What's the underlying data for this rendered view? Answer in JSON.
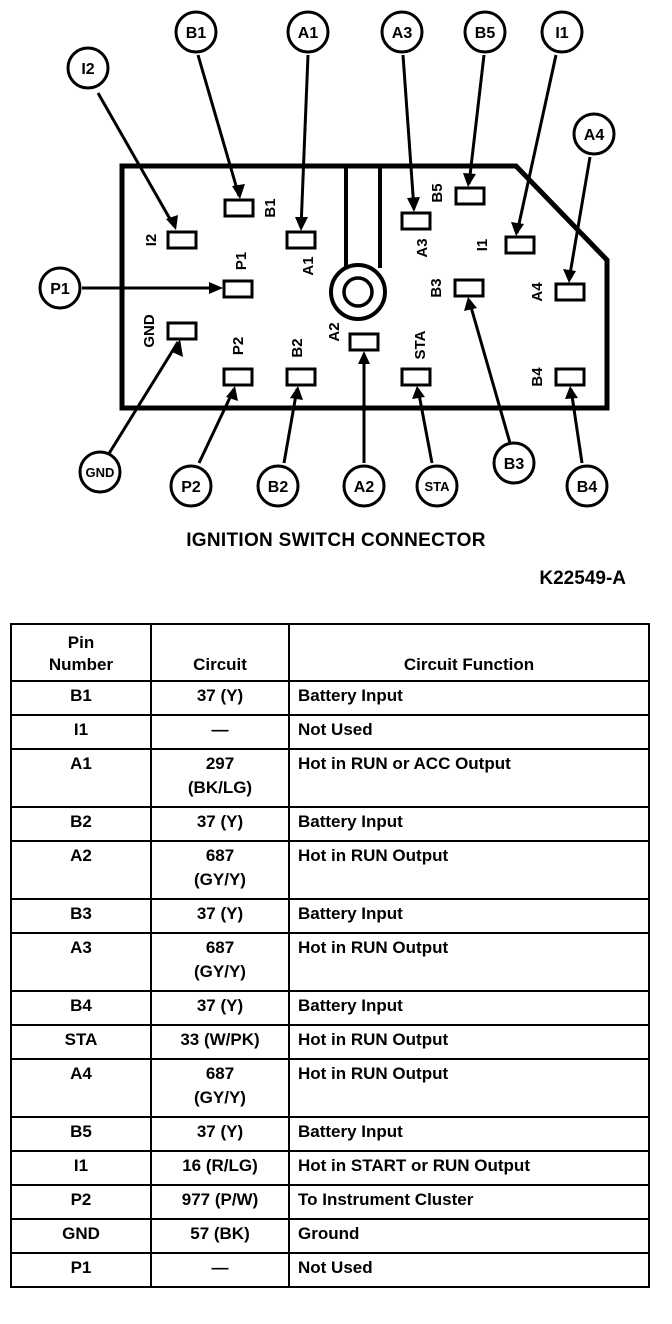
{
  "diagram": {
    "callouts": [
      "I2",
      "B1",
      "A1",
      "A3",
      "B5",
      "I1",
      "A4",
      "P1",
      "GND",
      "P2",
      "B2",
      "A2",
      "STA",
      "B3",
      "B4"
    ],
    "pin_labels": [
      "B1",
      "I2",
      "A1",
      "P1",
      "B5",
      "A3",
      "I1",
      "B3",
      "A4",
      "GND",
      "P2",
      "B2",
      "A2",
      "STA",
      "B4"
    ]
  },
  "caption": "IGNITION SWITCH CONNECTOR",
  "ref_code": "K22549-A",
  "table": {
    "headers": {
      "pin": "Pin Number",
      "pin_l1": "Pin",
      "pin_l2": "Number",
      "circuit": "Circuit",
      "function": "Circuit Function"
    },
    "rows": [
      {
        "pin": "B1",
        "circuit": "37 (Y)",
        "circuit2": "",
        "function": "Battery Input"
      },
      {
        "pin": "I1",
        "circuit": "—",
        "circuit2": "",
        "function": "Not Used"
      },
      {
        "pin": "A1",
        "circuit": "297",
        "circuit2": "(BK/LG)",
        "function": "Hot in RUN or ACC Output"
      },
      {
        "pin": "B2",
        "circuit": "37 (Y)",
        "circuit2": "",
        "function": "Battery Input"
      },
      {
        "pin": "A2",
        "circuit": "687",
        "circuit2": "(GY/Y)",
        "function": "Hot in RUN Output"
      },
      {
        "pin": "B3",
        "circuit": "37 (Y)",
        "circuit2": "",
        "function": "Battery Input"
      },
      {
        "pin": "A3",
        "circuit": "687",
        "circuit2": "(GY/Y)",
        "function": "Hot in RUN Output"
      },
      {
        "pin": "B4",
        "circuit": "37 (Y)",
        "circuit2": "",
        "function": "Battery Input"
      },
      {
        "pin": "STA",
        "circuit": "33 (W/PK)",
        "circuit2": "",
        "function": "Hot in RUN Output"
      },
      {
        "pin": "A4",
        "circuit": "687",
        "circuit2": "(GY/Y)",
        "function": "Hot in RUN Output"
      },
      {
        "pin": "B5",
        "circuit": "37 (Y)",
        "circuit2": "",
        "function": "Battery Input"
      },
      {
        "pin": "I1",
        "circuit": "16 (R/LG)",
        "circuit2": "",
        "function": "Hot in START or RUN Output"
      },
      {
        "pin": "P2",
        "circuit": "977 (P/W)",
        "circuit2": "",
        "function": "To Instrument Cluster"
      },
      {
        "pin": "GND",
        "circuit": "57 (BK)",
        "circuit2": "",
        "function": "Ground"
      },
      {
        "pin": "P1",
        "circuit": "—",
        "circuit2": "",
        "function": "Not Used"
      }
    ]
  }
}
